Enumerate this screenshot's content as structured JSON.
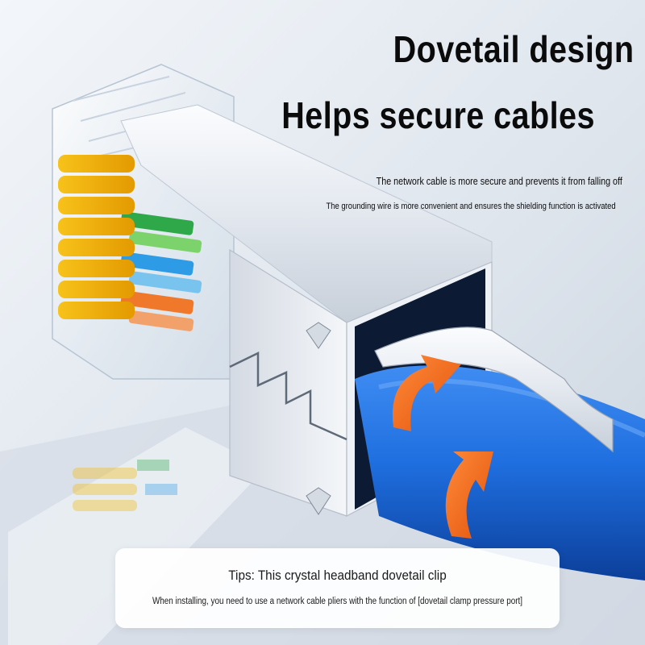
{
  "heading": {
    "line1": "Dovetail design",
    "line2": "Helps secure cables"
  },
  "features": {
    "line1": "The network cable is more secure and prevents it from falling off",
    "line2": "The grounding wire is more convenient and ensures the shielding function is activated"
  },
  "tip": {
    "title": "Tips: This crystal headband dovetail clip",
    "body": "When installing, you need to use a network cable pliers with the function of [dovetail clamp pressure port]"
  },
  "colors": {
    "background": "#dfe6ee",
    "gold_contacts": "#f5b800",
    "cable_blue": "#1f6fe0",
    "arrow_orange": "#f26a1b",
    "shield_metal": "#e8edf3"
  }
}
